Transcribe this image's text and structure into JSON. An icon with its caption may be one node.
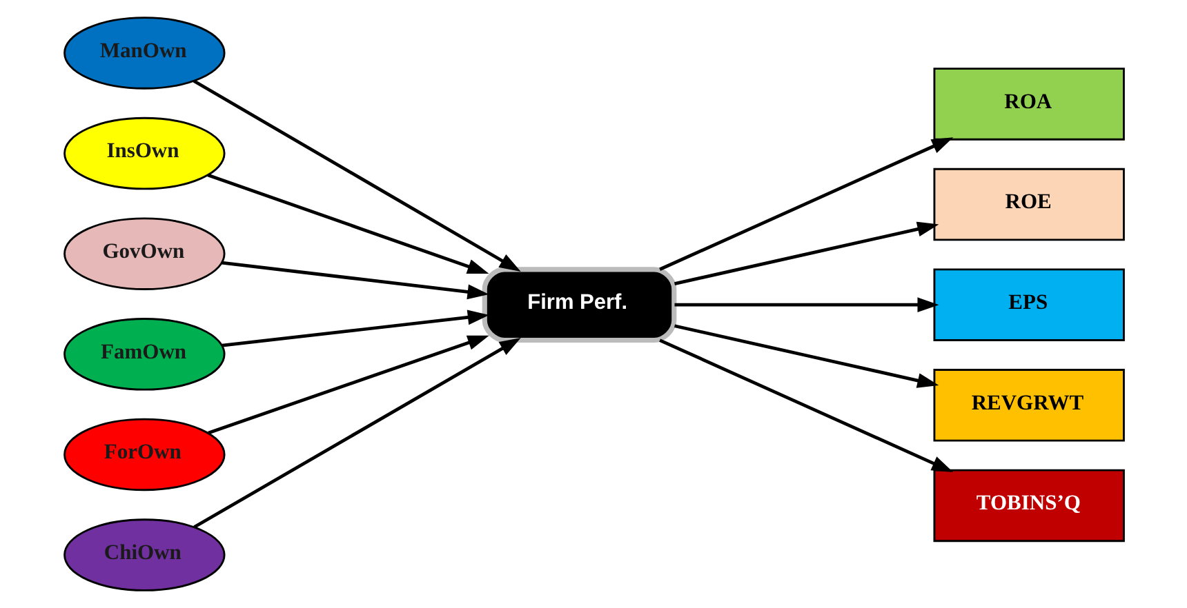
{
  "diagram": {
    "nodes": [
      {
        "text": [
          "ManOwn"
        ]
      },
      {
        "text": [
          "InsOwn"
        ]
      },
      {
        "text": [
          "GovOwn"
        ]
      },
      {
        "text": [
          "FamOwn"
        ]
      },
      {
        "text": [
          "ForOwn"
        ]
      },
      {
        "text": [
          "ChiOwn"
        ]
      },
      {
        "text": [
          "Firm Perf."
        ]
      },
      {
        "text": [
          "ROA"
        ]
      },
      {
        "text": [
          "ROE"
        ]
      },
      {
        "text": [
          "EPS"
        ]
      },
      {
        "text": [
          "REVGRWT"
        ]
      },
      {
        "text": [
          "TOBINS’Q"
        ]
      }
    ],
    "edges": [
      {
        "from": 0,
        "to": 6,
        "arrow": "to"
      },
      {
        "from": 1,
        "to": 6,
        "arrow": "to"
      },
      {
        "from": 2,
        "to": 6,
        "arrow": "to"
      },
      {
        "from": 3,
        "to": 6,
        "arrow": "to"
      },
      {
        "from": 4,
        "to": 6,
        "arrow": "to"
      },
      {
        "from": 5,
        "to": 6,
        "arrow": "to"
      },
      {
        "from": 6,
        "to": 7,
        "arrow": "to"
      },
      {
        "from": 6,
        "to": 8,
        "arrow": "to"
      },
      {
        "from": 6,
        "to": 9,
        "arrow": "to"
      },
      {
        "from": 6,
        "to": 10,
        "arrow": "to"
      },
      {
        "from": 6,
        "to": 11,
        "arrow": "to"
      }
    ]
  }
}
